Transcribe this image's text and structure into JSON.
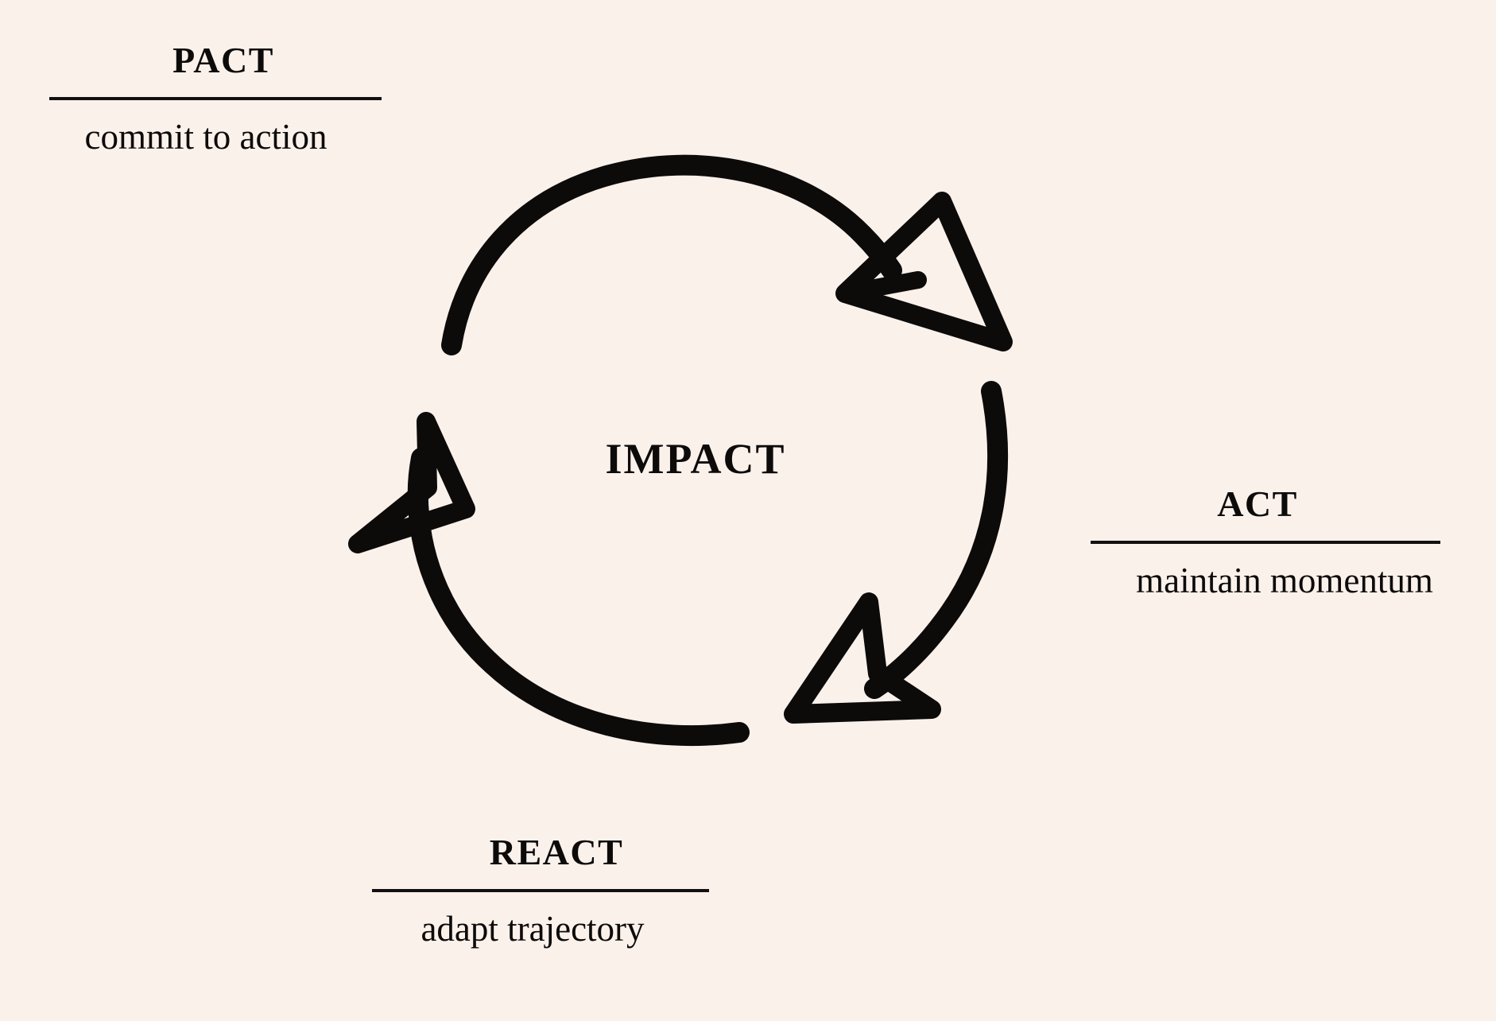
{
  "page": {
    "title": "PACT Impact Cycle",
    "background_color": "#faf1eb",
    "ink_color": "#0d0b0a"
  },
  "diagram": {
    "type": "cycle",
    "center_label": "IMPACT",
    "style": "hand-drawn circular arrows",
    "arrow_count": 3,
    "direction": "clockwise",
    "stages": [
      {
        "id": "pact",
        "title": "PACT",
        "subtitle": "commit to action",
        "position": "top-left",
        "arrow_name": "arc-arrow-top"
      },
      {
        "id": "act",
        "title": "ACT",
        "subtitle": "maintain momentum",
        "position": "middle-right",
        "arrow_name": "arc-arrow-right"
      },
      {
        "id": "react",
        "title": "REACT",
        "subtitle": "adapt trajectory",
        "position": "bottom-left",
        "arrow_name": "arc-arrow-left"
      }
    ]
  },
  "icons": {
    "arc_arrow_top": "curved-arrow-icon",
    "arc_arrow_right": "curved-arrow-icon",
    "arc_arrow_left": "curved-arrow-icon"
  }
}
